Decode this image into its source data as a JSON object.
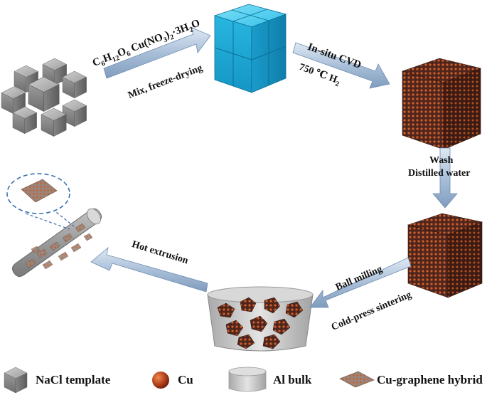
{
  "steps": {
    "mix": {
      "reagents_parts": [
        "C",
        "6",
        "H",
        "12",
        "O",
        "6",
        " Cu(NO",
        "3",
        ")",
        "2",
        "·3H",
        "2",
        "O"
      ],
      "process": "Mix, freeze-drying"
    },
    "cvd": {
      "line1": "In-situ CVD",
      "line2_prefix": "750 ℃ H",
      "line2_sub": "2"
    },
    "wash": {
      "line1": "Wash",
      "line2": "Distilled water"
    },
    "mill": {
      "line1": "Ball milling",
      "line2": "Cold-press sintering"
    },
    "extrusion": {
      "label": "Hot extrusion"
    }
  },
  "legend": [
    {
      "icon": "nacl-cube-icon",
      "label": "NaCl template"
    },
    {
      "icon": "cu-sphere-icon",
      "label": "Cu"
    },
    {
      "icon": "al-bulk-icon",
      "label": "Al bulk"
    },
    {
      "icon": "cu-graphene-sheet-icon",
      "label": "Cu-graphene hybrid"
    }
  ],
  "colors": {
    "nacl_gray": "#9a9a9a",
    "cu_template_blue": "#22b4df",
    "cu_dot": "#c8521e",
    "composite_brown": "#5b2c20",
    "arrow_blue": "#b9cde3",
    "al_bulk": "#c9c9c9",
    "dashed_circle": "#3a6fb0"
  }
}
